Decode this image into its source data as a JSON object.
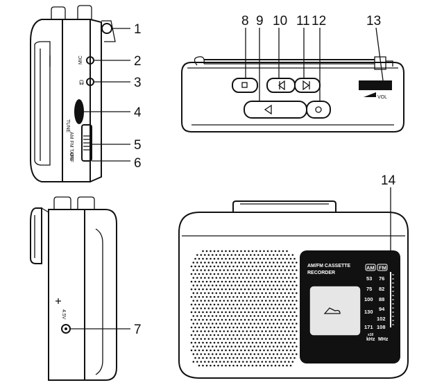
{
  "callouts": [
    "1",
    "2",
    "3",
    "4",
    "5",
    "6",
    "7",
    "8",
    "9",
    "10",
    "11",
    "12",
    "13",
    "14"
  ],
  "side_view": {
    "mic": "MIC",
    "headphone_icon": "headphone-icon",
    "tune": "TUNE",
    "band_am_fm_tape": "AM FM TAPE",
    "band_off": "OFF",
    "dc_input": "4.5V"
  },
  "top_view": {
    "vol": "VOL"
  },
  "front_view": {
    "title_line1": "AM/FM CASSETTE",
    "title_line2": "RECORDER",
    "band_am": "AM",
    "band_fm": "FM",
    "am_scale": [
      "53",
      "75",
      "100",
      "130",
      "171"
    ],
    "fm_scale": [
      "76",
      "82",
      "88",
      "94",
      "102",
      "108"
    ],
    "am_unit_x": "x10",
    "am_unit": "kHz",
    "fm_unit": "MHz"
  }
}
